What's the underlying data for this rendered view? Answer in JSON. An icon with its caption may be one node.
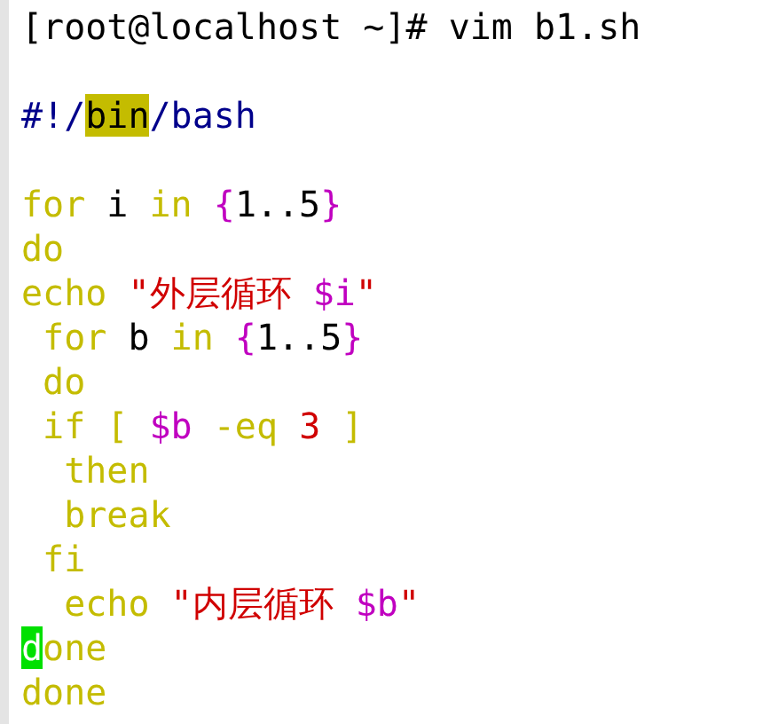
{
  "diagram": {
    "labels": [
      "[root@localhost ~]# vim b1.sh",
      "#!/bin/bash",
      "for i in {1..5}",
      "do",
      "echo \"外层循环 $i\"",
      "for b in {1..5}",
      "do",
      "if [ $b -eq 3 ]",
      "then",
      "break",
      "fi",
      "echo \"内层循环 $b\"",
      "done",
      "done"
    ]
  }
}
